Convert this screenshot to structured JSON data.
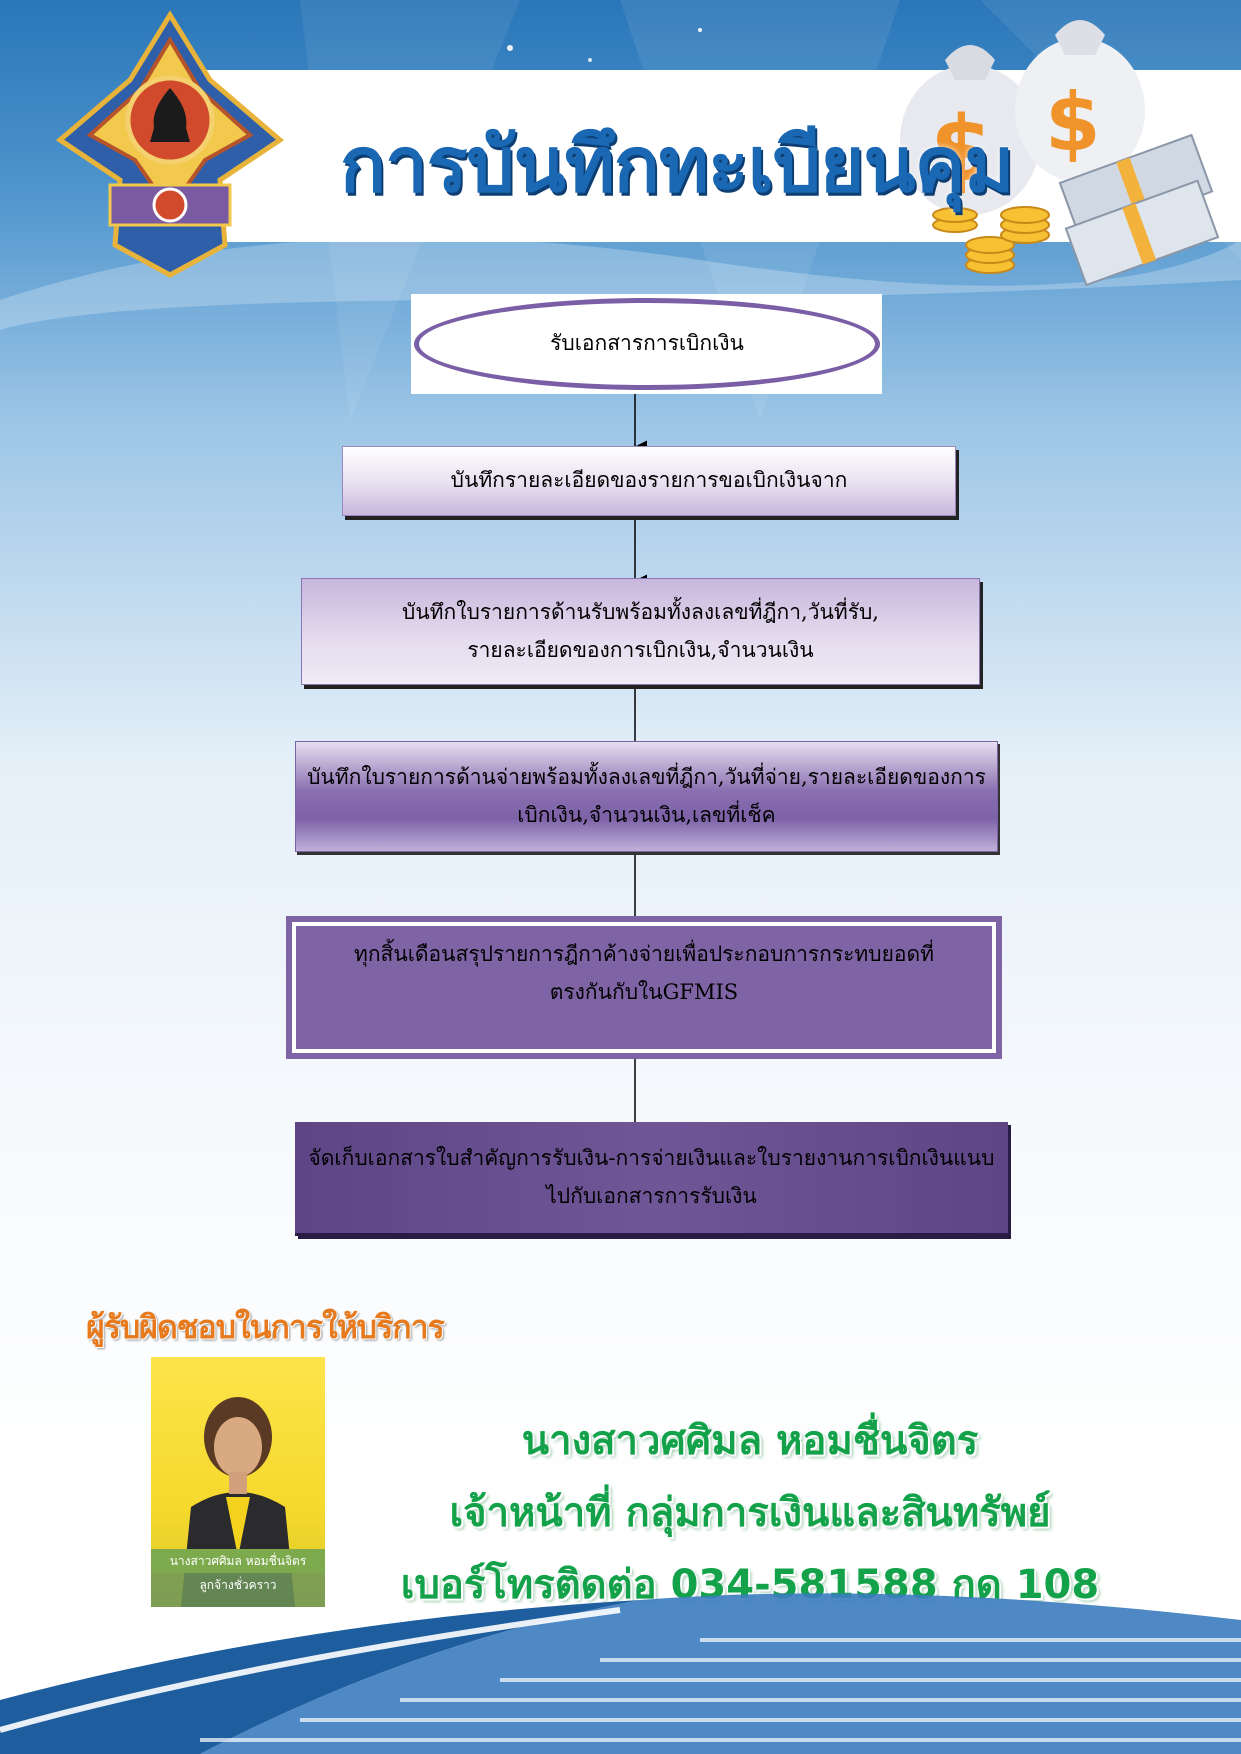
{
  "header": {
    "title": "การบันทึกทะเบียนคุม"
  },
  "flow": {
    "step1": "รับเอกสารการเบิกเงิน",
    "step2": "บันทึกรายละเอียดของรายการขอเบิกเงินจาก",
    "step3_line1": "บันทึกใบรายการด้านรับพร้อมทั้งลงเลขที่ฎีกา,วันที่รับ,",
    "step3_line2": "รายละเอียดของการเบิกเงิน,จำนวนเงิน",
    "step4_line1": "บันทึกใบรายการด้านจ่ายพร้อมทั้งลงเลขที่ฎีกา,วันที่จ่าย,รายละเอียดของการ",
    "step4_line2": "เบิกเงิน,จำนวนเงิน,เลขที่เช็ค",
    "step5_line1": "ทุกสิ้นเดือนสรุปรายการฎีกาค้างจ่ายเพื่อประกอบการกระทบยอดที่",
    "step5_line2": "ตรงกันกับในGFMIS",
    "step6_line1": "จัดเก็บเอกสารใบสำคัญการรับเงิน-การจ่ายเงินและใบรายงานการเบิกเงินแนบ",
    "step6_line2": "ไปกับเอกสารการรับเงิน"
  },
  "footer": {
    "responsible_title": "ผู้รับผิดชอบในการให้บริการ",
    "photo_caption_name": "นางสาวศศิมล  หอมชื่นจิตร",
    "photo_caption_role": "ลูกจ้างชั่วคราว",
    "contact_name": "นางสาวศศิมล  หอมชื่นจิตร",
    "contact_position": "เจ้าหน้าที่ กลุ่มการเงินและสินทรัพย์",
    "contact_phone": "เบอร์โทรติดต่อ 034-581588 กด 108"
  },
  "colors": {
    "title": "#1a68b4",
    "flow_purple": "#7e64a4",
    "contact_green": "#13a24a",
    "responsible_orange": "#e87a1e"
  }
}
